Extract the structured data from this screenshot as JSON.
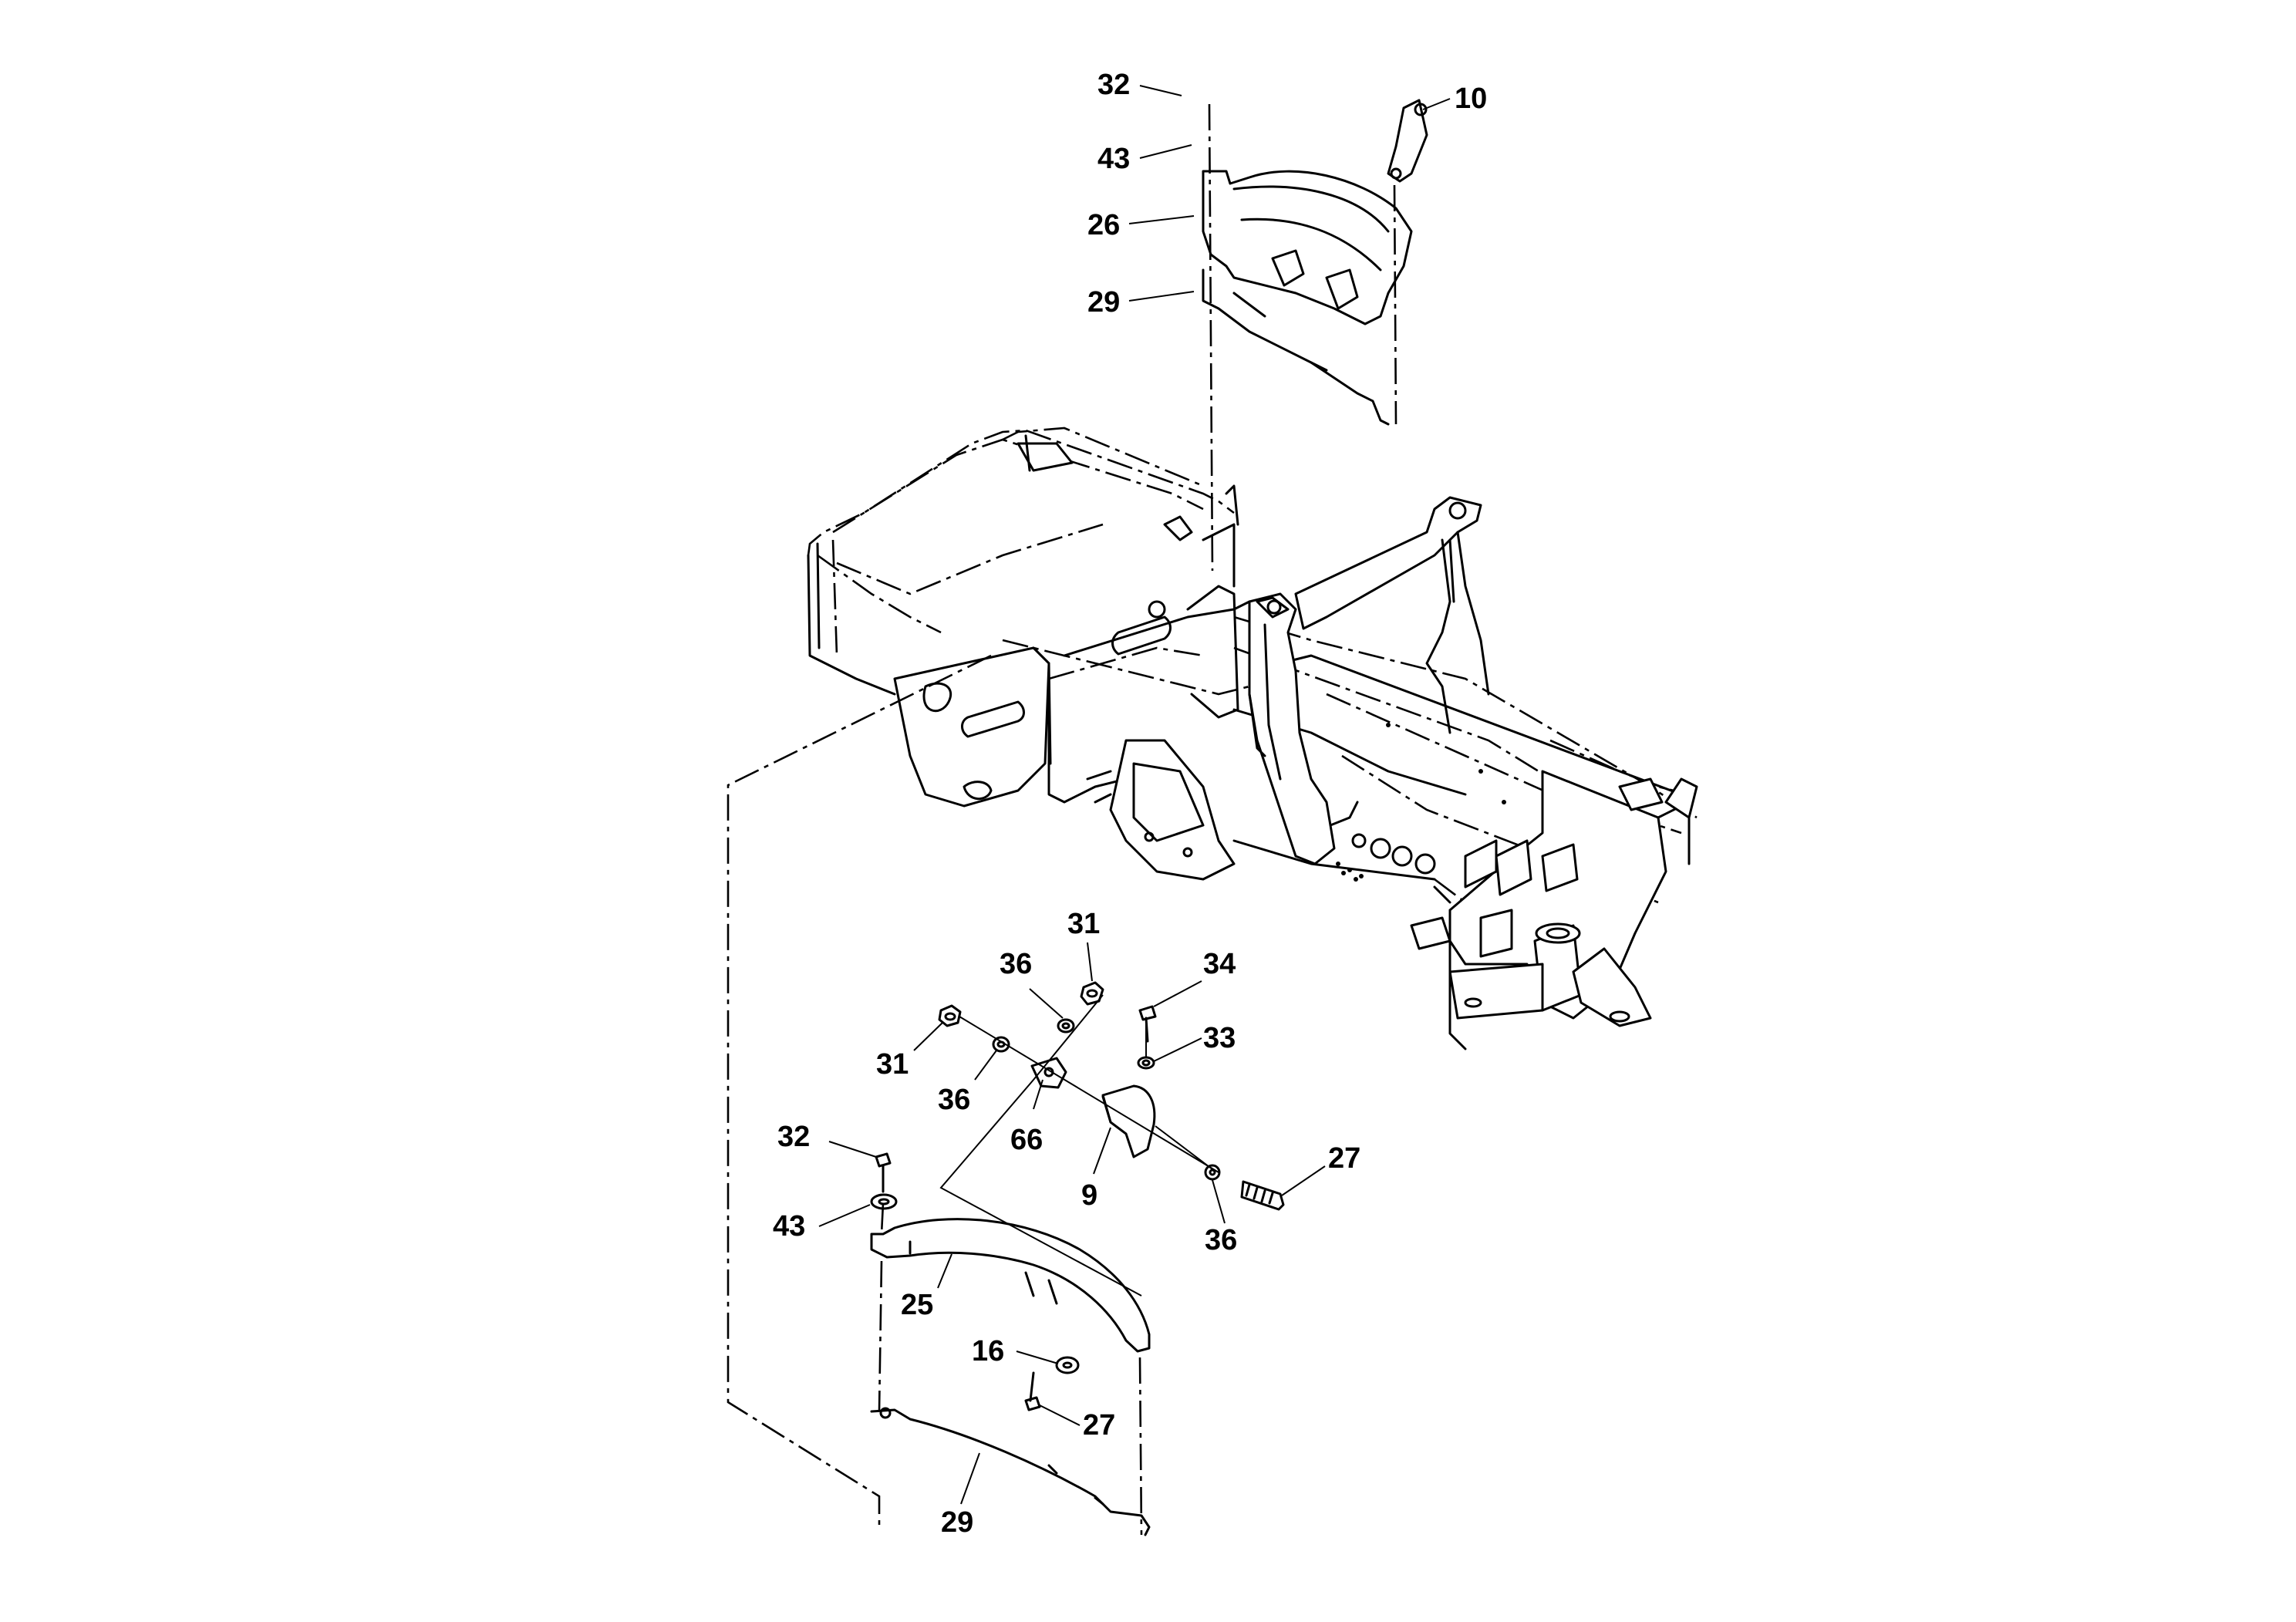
{
  "callouts": [
    {
      "id": "c1",
      "label": "32"
    },
    {
      "id": "c2",
      "label": "10"
    },
    {
      "id": "c3",
      "label": "43"
    },
    {
      "id": "c4",
      "label": "26"
    },
    {
      "id": "c5",
      "label": "29"
    },
    {
      "id": "c6",
      "label": "31"
    },
    {
      "id": "c7",
      "label": "36"
    },
    {
      "id": "c8",
      "label": "34"
    },
    {
      "id": "c9",
      "label": "31"
    },
    {
      "id": "c10",
      "label": "33"
    },
    {
      "id": "c11",
      "label": "36"
    },
    {
      "id": "c12",
      "label": "66"
    },
    {
      "id": "c13",
      "label": "32"
    },
    {
      "id": "c14",
      "label": "27"
    },
    {
      "id": "c15",
      "label": "9"
    },
    {
      "id": "c16",
      "label": "43"
    },
    {
      "id": "c17",
      "label": "36"
    },
    {
      "id": "c18",
      "label": "25"
    },
    {
      "id": "c19",
      "label": "16"
    },
    {
      "id": "c20",
      "label": "27"
    },
    {
      "id": "c21",
      "label": "29"
    }
  ]
}
